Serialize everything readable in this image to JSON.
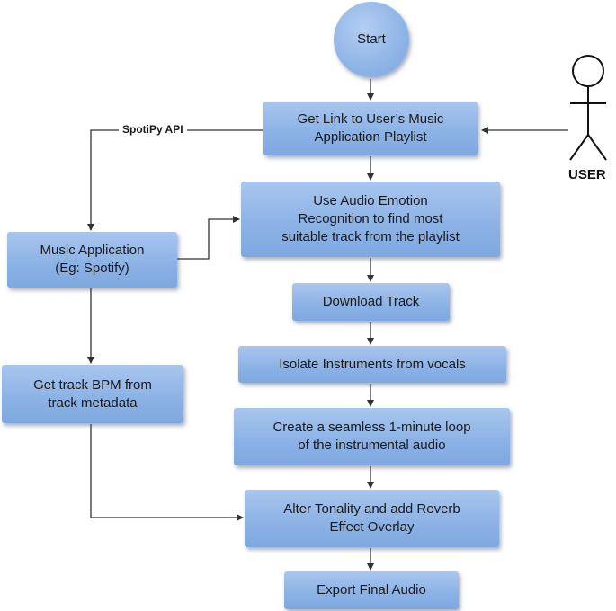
{
  "nodes": {
    "start": "Start",
    "get_link": "Get Link to User’s Music\nApplication Playlist",
    "emotion": "Use Audio Emotion\nRecognition to find most\nsuitable track from the playlist",
    "music_app": "Music Application\n(Eg: Spotify)",
    "download": "Download Track",
    "isolate": "Isolate Instruments from vocals",
    "bpm": "Get track BPM from\ntrack metadata",
    "loop": "Create a seamless 1-minute loop\nof the instrumental audio",
    "alter": "Alter Tonality and add Reverb\nEffect Overlay",
    "export": "Export Final Audio"
  },
  "edge_labels": {
    "spotipy_api": "SpotiPy API"
  },
  "actor": {
    "label": "USER"
  },
  "colors": {
    "node_fill": "#8db3e6",
    "line": "#333333"
  }
}
